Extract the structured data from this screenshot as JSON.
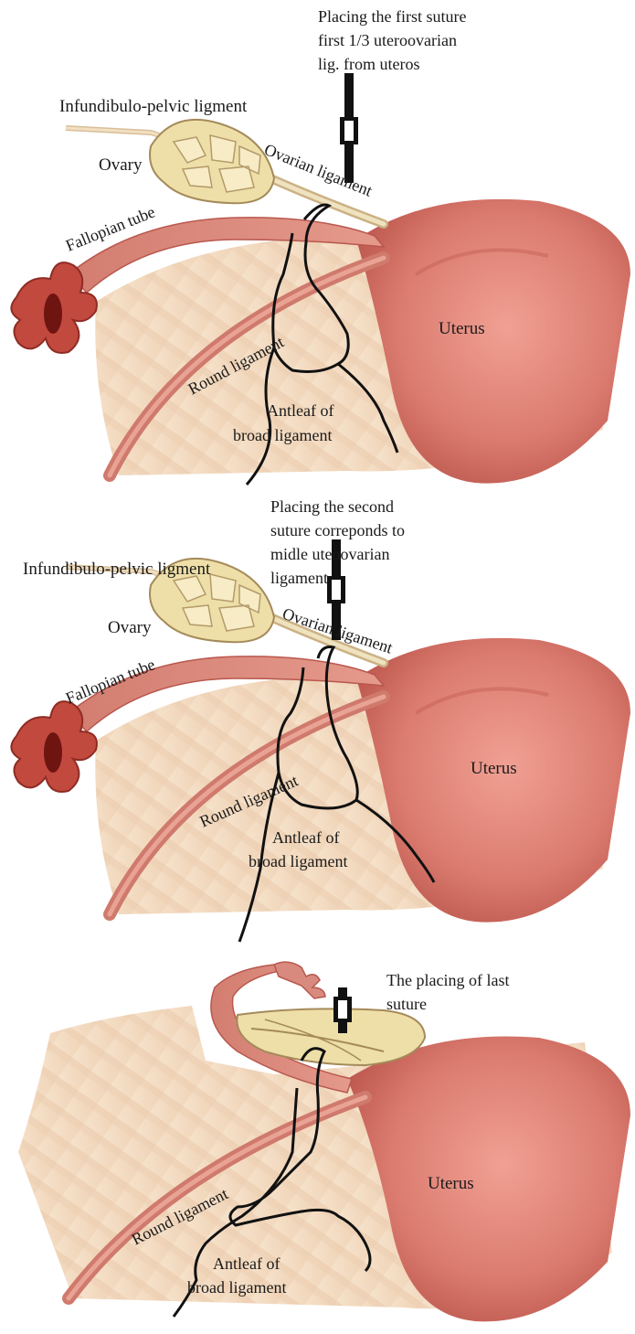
{
  "panels": [
    {
      "step_caption_lines": [
        "Placing the first suture",
        "first 1/3 uteroovarian",
        "lig. from uteros"
      ],
      "labels": {
        "infundibulo": "Infundibulo-pelvic ligment",
        "ovary": "Ovary",
        "ovarian_ligament": "Ovarian ligament",
        "fallopian_tube": "Fallopian tube",
        "uterus": "Uterus",
        "round_ligament": "Round ligament",
        "antleaf_1": "Antleaf of",
        "antleaf_2": "broad ligament"
      }
    },
    {
      "step_caption_lines": [
        "Placing the second",
        "suture correponds to",
        "midle uteoovarian",
        "ligament"
      ],
      "labels": {
        "infundibulo": "Infundibulo-pelvic ligment",
        "ovary": "Ovary",
        "ovarian_ligament": "Ovarian ligament",
        "fallopian_tube": "Fallopian tube",
        "uterus": "Uterus",
        "round_ligament": "Round ligament",
        "antleaf_1": "Antleaf of",
        "antleaf_2": "broad ligament"
      }
    },
    {
      "step_caption_lines": [
        "The placing of last",
        "suture"
      ],
      "labels": {
        "uterus": "Uterus",
        "round_ligament": "Round ligament",
        "antleaf_1": "Antleaf of",
        "antleaf_2": "broad ligament"
      }
    }
  ],
  "colors": {
    "uterus": "#d9736a",
    "uterus_dark": "#b44e47",
    "tube": "#d98a7e",
    "broad_ligament": "#f3d9bf",
    "ovary": "#eedfa8",
    "fimbria": "#c2493e",
    "suture": "#111111",
    "text": "#1a1a1a"
  }
}
